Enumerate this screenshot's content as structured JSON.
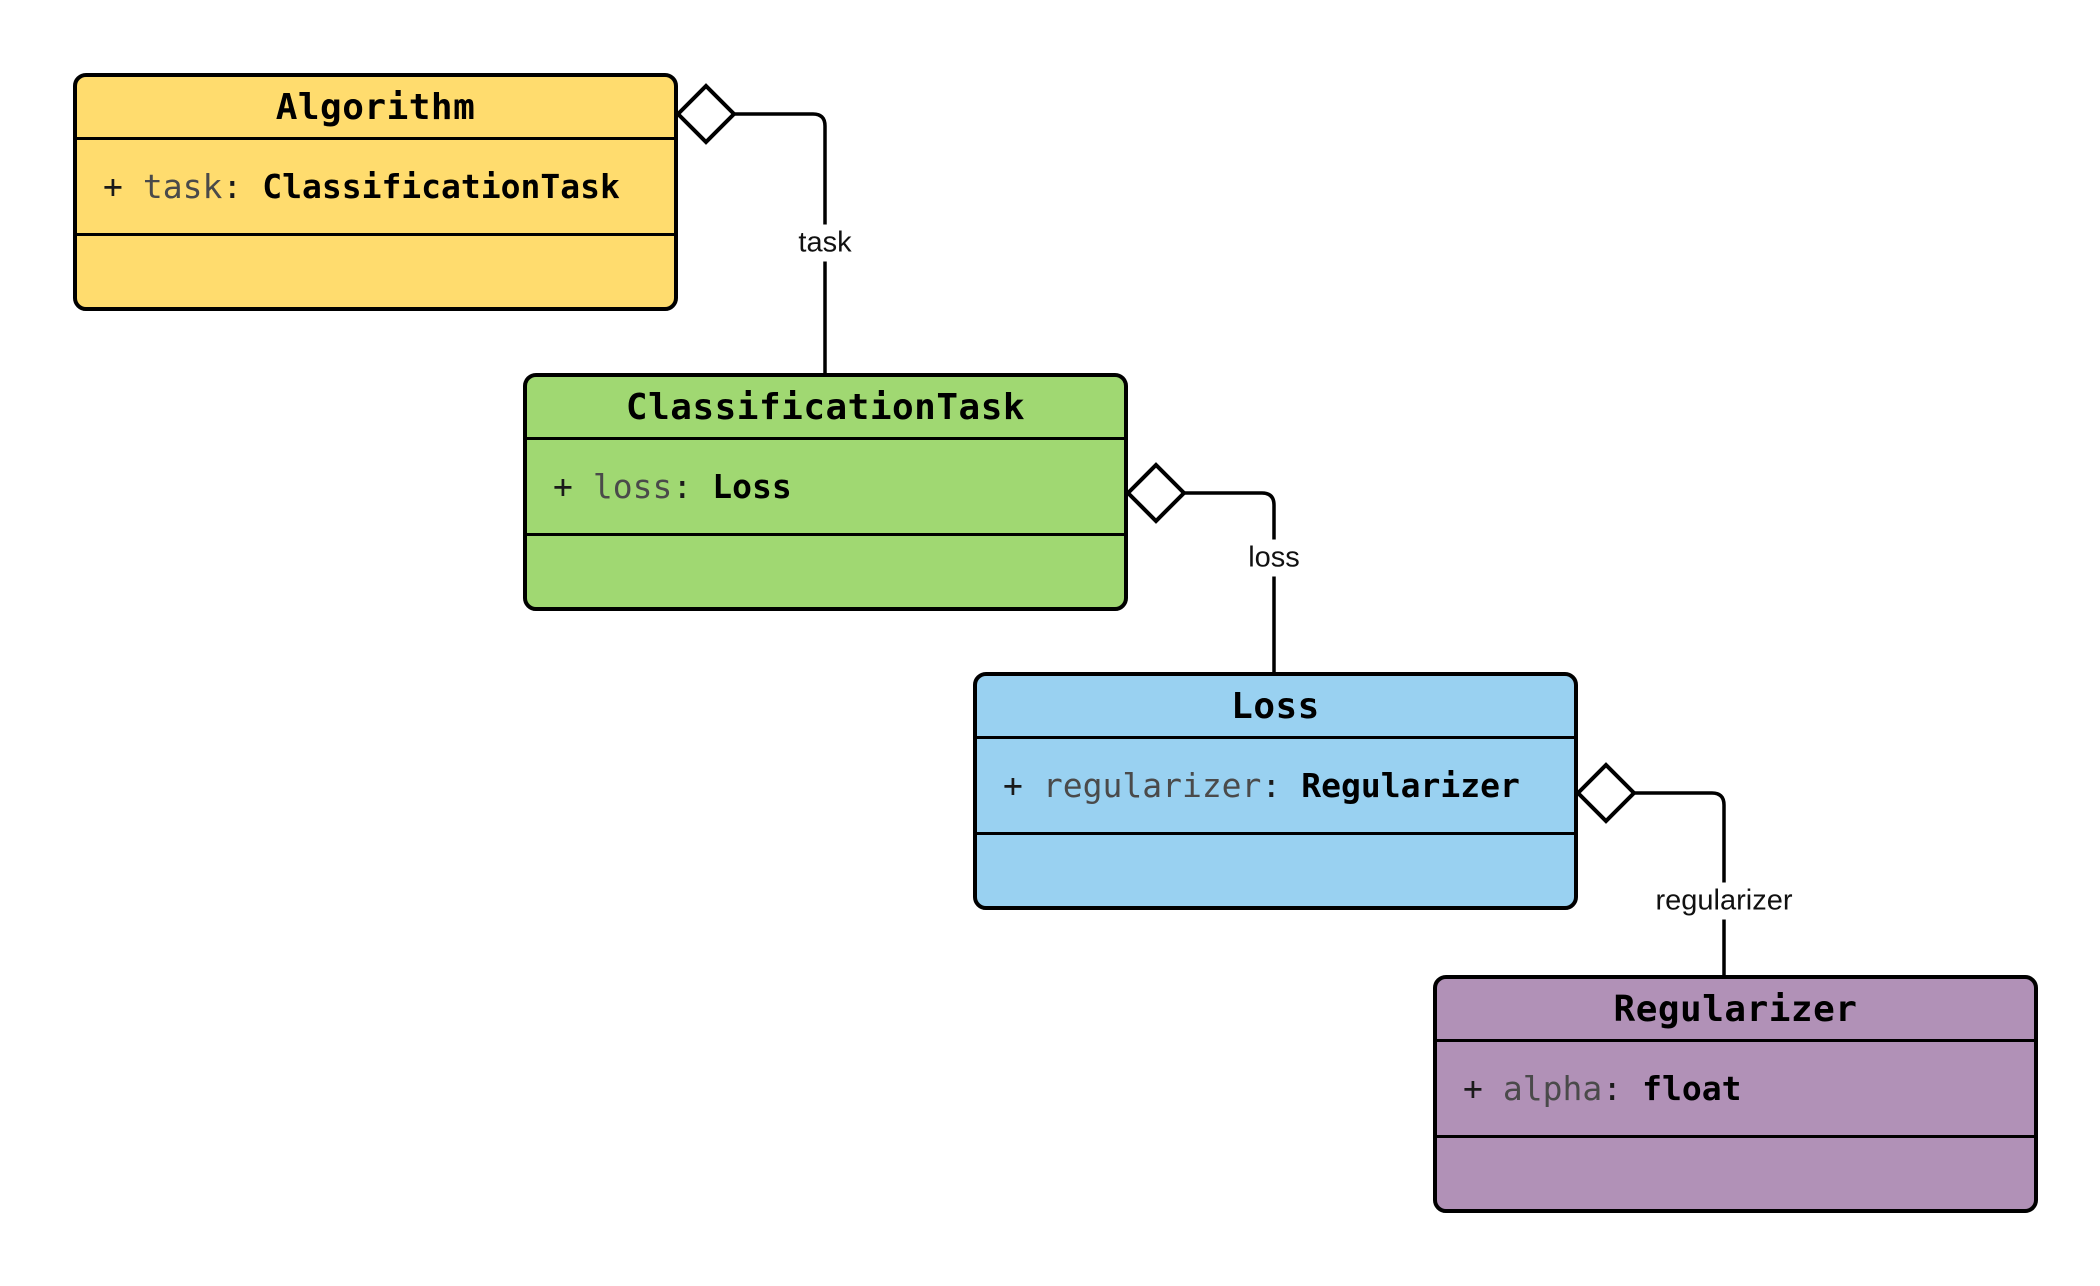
{
  "diagram": {
    "background_color": "#FFFFFF",
    "line_color": "#000000",
    "classes": [
      {
        "name": "Algorithm",
        "fill": "#FFDC6E",
        "attributes": [
          {
            "visibility": "+",
            "name": "task",
            "separator": ":",
            "type": "ClassificationTask"
          }
        ]
      },
      {
        "name": "ClassificationTask",
        "fill": "#A0D872",
        "attributes": [
          {
            "visibility": "+",
            "name": "loss",
            "separator": ":",
            "type": "Loss"
          }
        ]
      },
      {
        "name": "Loss",
        "fill": "#99D1F1",
        "attributes": [
          {
            "visibility": "+",
            "name": "regularizer",
            "separator": ":",
            "type": "Regularizer"
          }
        ]
      },
      {
        "name": "Regularizer",
        "fill": "#B191B7",
        "attributes": [
          {
            "visibility": "+",
            "name": "alpha",
            "separator": ":",
            "type": "float"
          }
        ]
      }
    ],
    "edges": [
      {
        "label": "task",
        "from": "Algorithm",
        "to": "ClassificationTask",
        "kind": "aggregation"
      },
      {
        "label": "loss",
        "from": "ClassificationTask",
        "to": "Loss",
        "kind": "aggregation"
      },
      {
        "label": "regularizer",
        "from": "Loss",
        "to": "Regularizer",
        "kind": "aggregation"
      }
    ]
  }
}
